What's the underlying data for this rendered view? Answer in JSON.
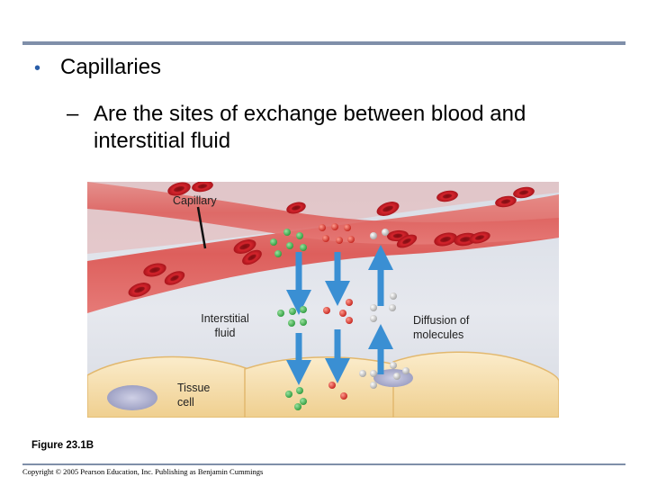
{
  "slide": {
    "bullet": "Capillaries",
    "sub_dash": "–",
    "sub_bullet": "Are the sites of exchange between blood and interstitial fluid",
    "figure_caption": "Figure 23.1B",
    "copyright": "Copyright © 2005 Pearson Education, Inc. Publishing as Benjamin Cummings"
  },
  "figure": {
    "labels": {
      "capillary": "Capillary",
      "interstitial_fluid": "Interstitial\nfluid",
      "tissue_cell": "Tissue\ncell",
      "diffusion": "Diffusion of\nmolecules"
    },
    "colors": {
      "vessel": "#e06a67",
      "blood_cell": "#c81b24",
      "tissue": "#f3d9a4",
      "arrow": "#3a8fd3",
      "molecule_green": "#3aa84a",
      "molecule_red": "#d6312b",
      "molecule_gray": "#b8b8b8"
    }
  }
}
